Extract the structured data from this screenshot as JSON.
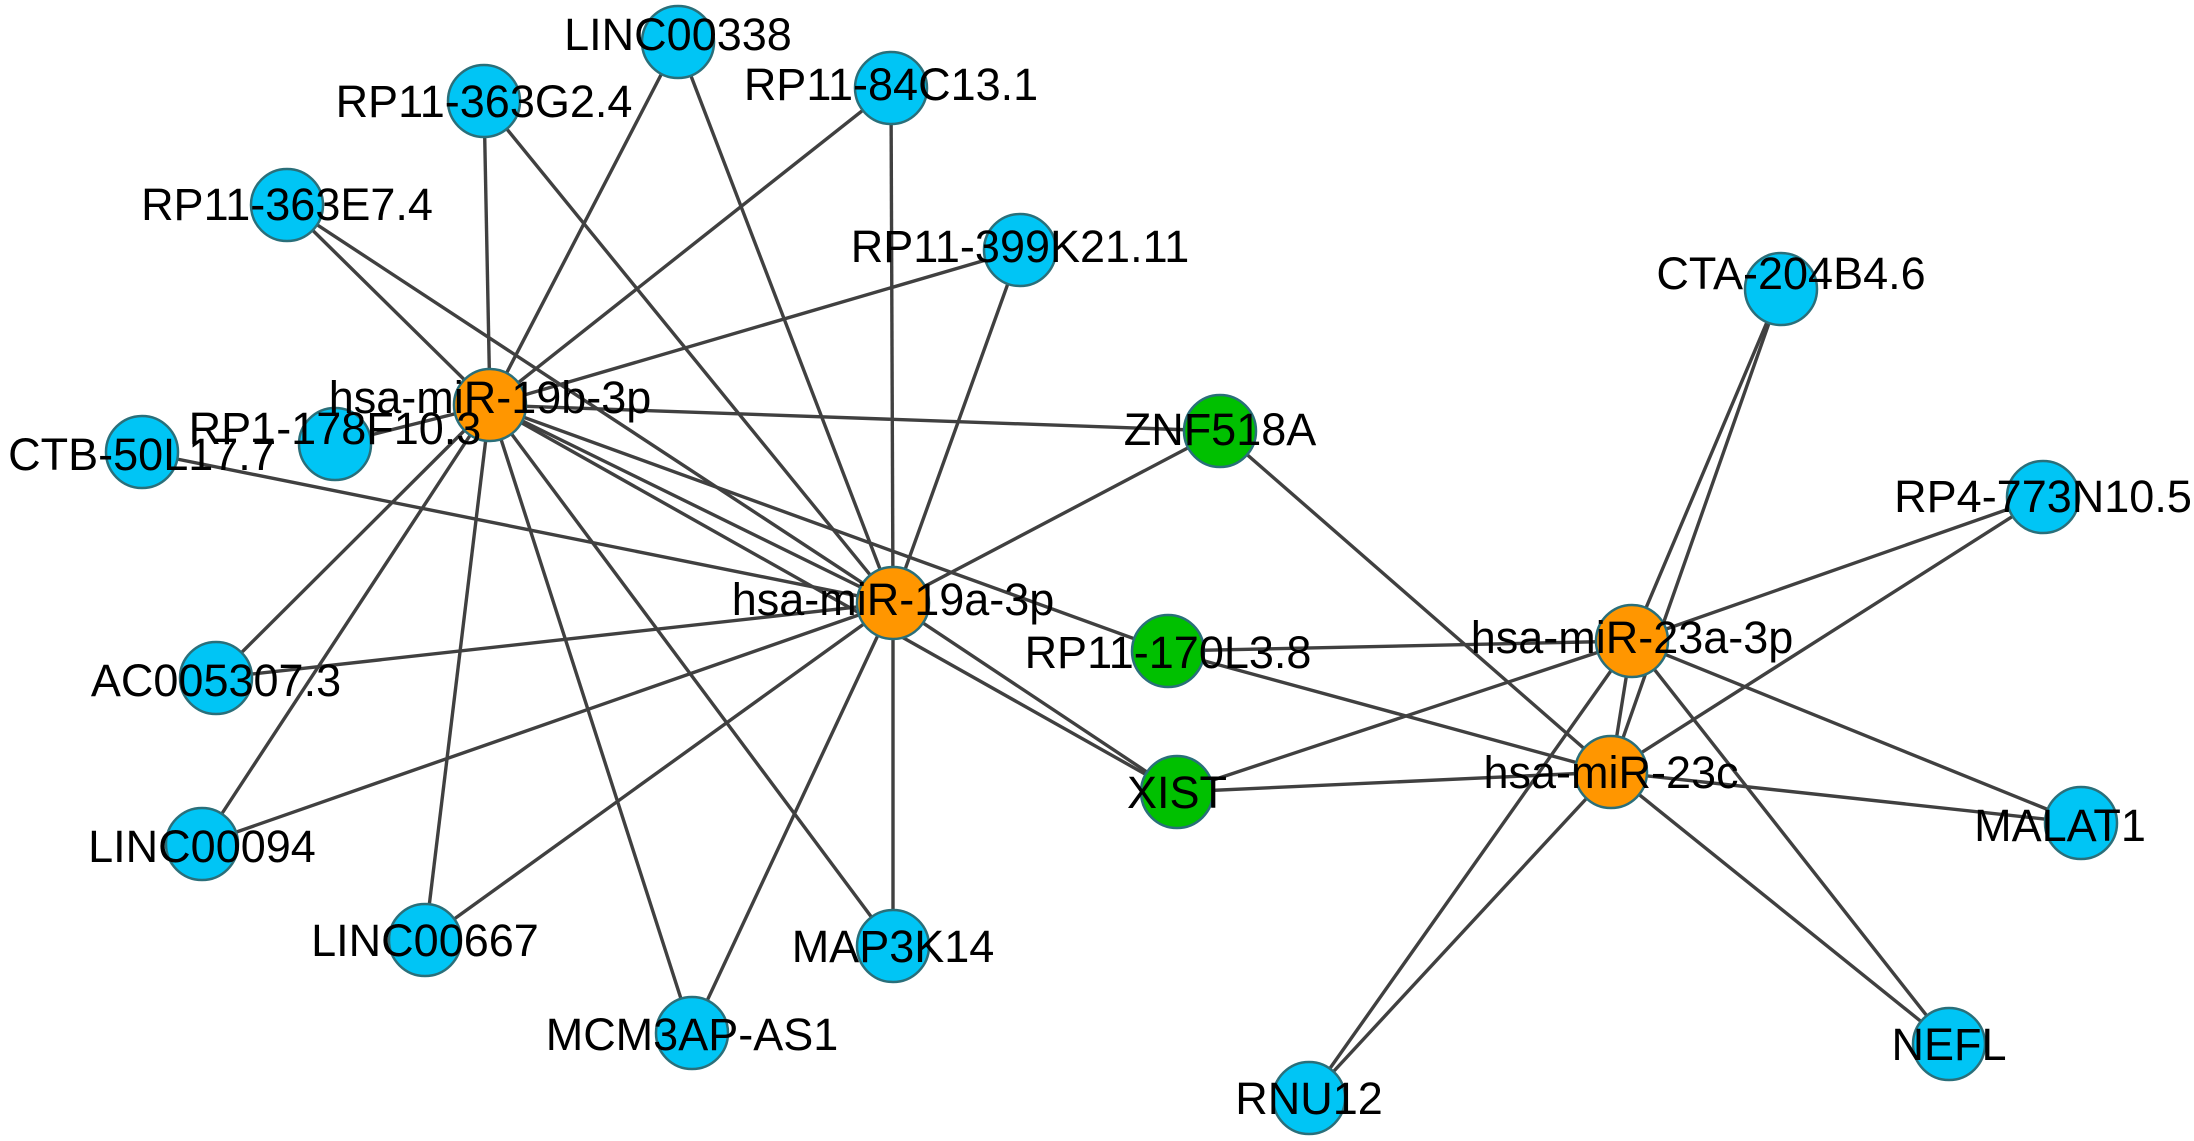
{
  "colors": {
    "lncRNA": "#00c5f5",
    "miRNA": "#ff9600",
    "mRNA": "#00c000",
    "edge": "#404040"
  },
  "nodes": [
    {
      "id": "LINC00338",
      "label": "LINC00338",
      "type": "lncRNA"
    },
    {
      "id": "RP11-363G2.4",
      "label": "RP11-363G2.4",
      "type": "lncRNA"
    },
    {
      "id": "RP11-84C13.1",
      "label": "RP11-84C13.1",
      "type": "lncRNA"
    },
    {
      "id": "RP11-363E7.4",
      "label": "RP11-363E7.4",
      "type": "lncRNA"
    },
    {
      "id": "RP11-399K21.11",
      "label": "RP11-399K21.11",
      "type": "lncRNA"
    },
    {
      "id": "CTA-204B4.6",
      "label": "CTA-204B4.6",
      "type": "lncRNA"
    },
    {
      "id": "hsa-miR-19b-3p",
      "label": "hsa-miR-19b-3p",
      "type": "miRNA"
    },
    {
      "id": "RP1-178F10.3",
      "label": "RP1-178F10.3",
      "type": "lncRNA"
    },
    {
      "id": "CTB-50L17.7",
      "label": "CTB-50L17.7",
      "type": "lncRNA"
    },
    {
      "id": "ZNF518A",
      "label": "ZNF518A",
      "type": "mRNA"
    },
    {
      "id": "RP4-773N10.5",
      "label": "RP4-773N10.5",
      "type": "lncRNA"
    },
    {
      "id": "hsa-miR-19a-3p",
      "label": "hsa-miR-19a-3p",
      "type": "miRNA"
    },
    {
      "id": "RP11-170L3.8",
      "label": "RP11-170L3.8",
      "type": "mRNA"
    },
    {
      "id": "hsa-miR-23a-3p",
      "label": "hsa-miR-23a-3p",
      "type": "miRNA"
    },
    {
      "id": "AC005307.3",
      "label": "AC005307.3",
      "type": "lncRNA"
    },
    {
      "id": "XIST",
      "label": "XIST",
      "type": "mRNA"
    },
    {
      "id": "hsa-miR-23c",
      "label": "hsa-miR-23c",
      "type": "miRNA"
    },
    {
      "id": "MALAT1",
      "label": "MALAT1",
      "type": "lncRNA"
    },
    {
      "id": "LINC00094",
      "label": "LINC00094",
      "type": "lncRNA"
    },
    {
      "id": "LINC00667",
      "label": "LINC00667",
      "type": "lncRNA"
    },
    {
      "id": "MAP3K14",
      "label": "MAP3K14",
      "type": "lncRNA"
    },
    {
      "id": "MCM3AP-AS1",
      "label": "MCM3AP-AS1",
      "type": "lncRNA"
    },
    {
      "id": "NEFL",
      "label": "NEFL",
      "type": "lncRNA"
    },
    {
      "id": "RNU12",
      "label": "RNU12",
      "type": "lncRNA"
    }
  ],
  "edges": [
    [
      "hsa-miR-19b-3p",
      "LINC00338"
    ],
    [
      "hsa-miR-19b-3p",
      "RP11-363G2.4"
    ],
    [
      "hsa-miR-19b-3p",
      "RP11-84C13.1"
    ],
    [
      "hsa-miR-19b-3p",
      "RP11-363E7.4"
    ],
    [
      "hsa-miR-19b-3p",
      "RP11-399K21.11"
    ],
    [
      "hsa-miR-19b-3p",
      "RP1-178F10.3"
    ],
    [
      "hsa-miR-19b-3p",
      "ZNF518A"
    ],
    [
      "hsa-miR-19b-3p",
      "AC005307.3"
    ],
    [
      "hsa-miR-19b-3p",
      "LINC00094"
    ],
    [
      "hsa-miR-19b-3p",
      "LINC00667"
    ],
    [
      "hsa-miR-19b-3p",
      "MCM3AP-AS1"
    ],
    [
      "hsa-miR-19b-3p",
      "MAP3K14"
    ],
    [
      "hsa-miR-19b-3p",
      "XIST"
    ],
    [
      "hsa-miR-19b-3p",
      "RP11-170L3.8"
    ],
    [
      "hsa-miR-19b-3p",
      "hsa-miR-19a-3p"
    ],
    [
      "hsa-miR-19a-3p",
      "LINC00338"
    ],
    [
      "hsa-miR-19a-3p",
      "RP11-363G2.4"
    ],
    [
      "hsa-miR-19a-3p",
      "RP11-84C13.1"
    ],
    [
      "hsa-miR-19a-3p",
      "RP11-363E7.4"
    ],
    [
      "hsa-miR-19a-3p",
      "RP11-399K21.11"
    ],
    [
      "hsa-miR-19a-3p",
      "CTB-50L17.7"
    ],
    [
      "hsa-miR-19a-3p",
      "ZNF518A"
    ],
    [
      "hsa-miR-19a-3p",
      "AC005307.3"
    ],
    [
      "hsa-miR-19a-3p",
      "LINC00094"
    ],
    [
      "hsa-miR-19a-3p",
      "LINC00667"
    ],
    [
      "hsa-miR-19a-3p",
      "MCM3AP-AS1"
    ],
    [
      "hsa-miR-19a-3p",
      "MAP3K14"
    ],
    [
      "hsa-miR-19a-3p",
      "XIST"
    ],
    [
      "hsa-miR-23a-3p",
      "CTA-204B4.6"
    ],
    [
      "hsa-miR-23a-3p",
      "RP4-773N10.5"
    ],
    [
      "hsa-miR-23a-3p",
      "RP11-170L3.8"
    ],
    [
      "hsa-miR-23a-3p",
      "XIST"
    ],
    [
      "hsa-miR-23a-3p",
      "MALAT1"
    ],
    [
      "hsa-miR-23a-3p",
      "NEFL"
    ],
    [
      "hsa-miR-23a-3p",
      "RNU12"
    ],
    [
      "hsa-miR-23a-3p",
      "hsa-miR-23c"
    ],
    [
      "hsa-miR-23c",
      "CTA-204B4.6"
    ],
    [
      "hsa-miR-23c",
      "RP4-773N10.5"
    ],
    [
      "hsa-miR-23c",
      "ZNF518A"
    ],
    [
      "hsa-miR-23c",
      "RP11-170L3.8"
    ],
    [
      "hsa-miR-23c",
      "XIST"
    ],
    [
      "hsa-miR-23c",
      "MALAT1"
    ],
    [
      "hsa-miR-23c",
      "NEFL"
    ],
    [
      "hsa-miR-23c",
      "RNU12"
    ]
  ]
}
